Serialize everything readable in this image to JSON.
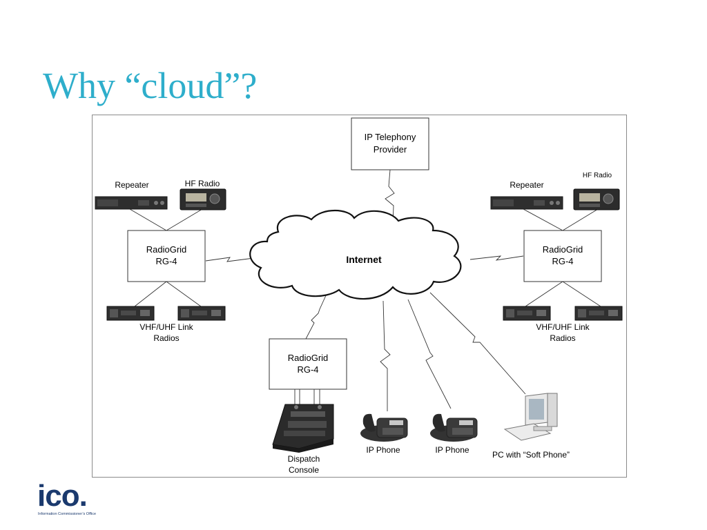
{
  "slide": {
    "title": "Why “cloud”?",
    "title_color": "#2eaecb"
  },
  "diagram": {
    "cloud_label": "Internet",
    "ip_telephony": {
      "line1": "IP Telephony",
      "line2": "Provider"
    },
    "left_site": {
      "repeater_label": "Repeater",
      "hf_label": "HF Radio",
      "gateway": {
        "line1": "RadioGrid",
        "line2": "RG-4"
      },
      "links": {
        "line1": "VHF/UHF Link",
        "line2": "Radios"
      }
    },
    "right_site": {
      "repeater_label": "Repeater",
      "hf_label": "HF Radio",
      "gateway": {
        "line1": "RadioGrid",
        "line2": "RG-4"
      },
      "links": {
        "line1": "VHF/UHF Link",
        "line2": "Radios"
      }
    },
    "center_site": {
      "gateway": {
        "line1": "RadioGrid",
        "line2": "RG-4"
      },
      "console": {
        "line1": "Dispatch",
        "line2": "Console"
      }
    },
    "ip_phone_1": "IP Phone",
    "ip_phone_2": "IP Phone",
    "pc_label": "PC with “Soft Phone”"
  },
  "logo": {
    "word": "ico.",
    "subtitle": "Information Commissioner’s Office",
    "color": "#1b3a6e"
  }
}
